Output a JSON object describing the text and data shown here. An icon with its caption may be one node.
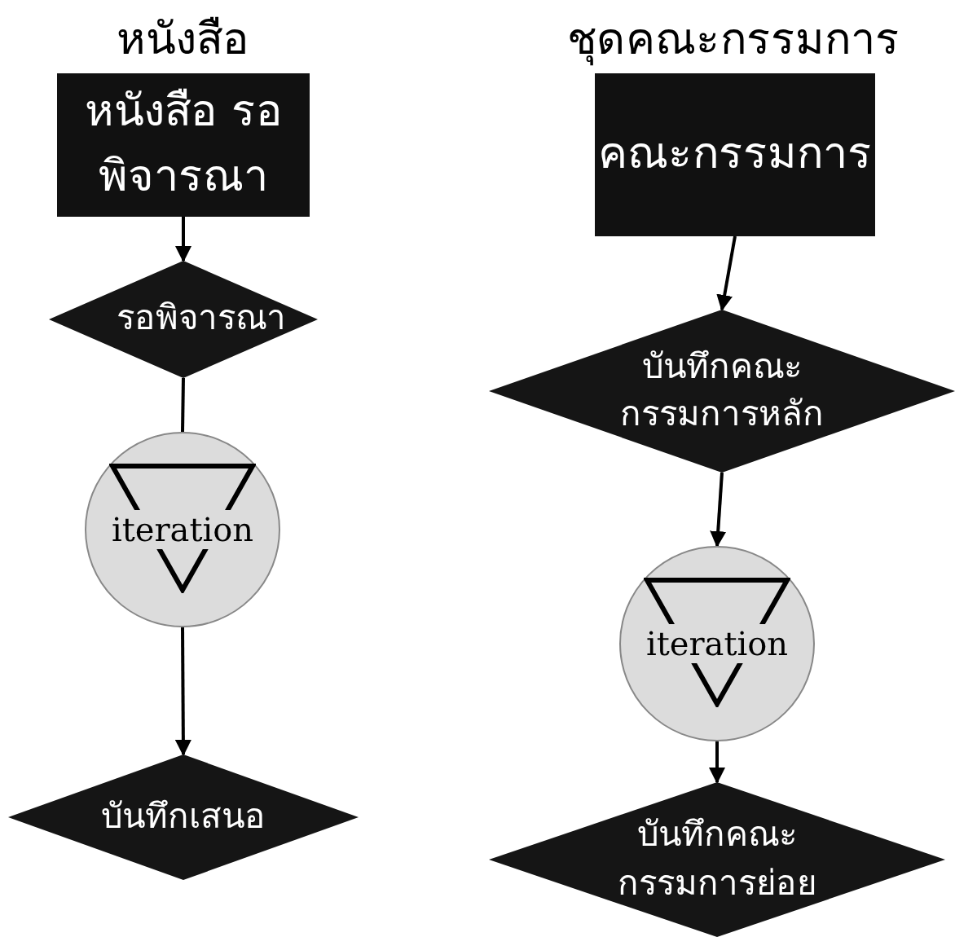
{
  "diagram": {
    "nodes": [
      {
        "text": [
          "หนังสือ",
          "หนังสือ รอพิจารณา"
        ]
      },
      {
        "text": [
          "รอพิจารณา"
        ]
      },
      {
        "text": [
          "iteration"
        ]
      },
      {
        "text": [
          "บันทึกเสนอ"
        ]
      },
      {
        "text": [
          "ชุดคณะกรรมการ",
          "คณะกรรมการ"
        ]
      },
      {
        "text": [
          "บันทึกคณะกรรมการหลัก"
        ]
      },
      {
        "text": [
          "iteration"
        ]
      },
      {
        "text": [
          "บันทึกคณะกรรมการย่อย"
        ]
      }
    ],
    "edges": [
      {
        "from": 0,
        "to": 1,
        "arrow": "to"
      },
      {
        "from": 1,
        "to": 2,
        "arrow": "none"
      },
      {
        "from": 2,
        "to": 3,
        "arrow": "to"
      },
      {
        "from": 4,
        "to": 5,
        "arrow": "to"
      },
      {
        "from": 5,
        "to": 6,
        "arrow": "to"
      },
      {
        "from": 6,
        "to": 7,
        "arrow": "to"
      }
    ]
  }
}
